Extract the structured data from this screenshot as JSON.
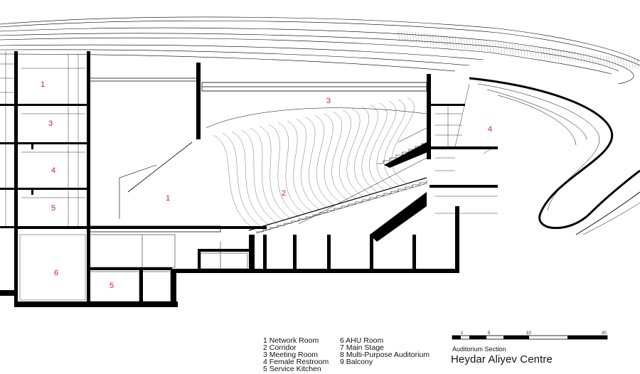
{
  "rooms": [
    {
      "id": "r1a",
      "label": "1"
    },
    {
      "id": "r3a",
      "label": "3"
    },
    {
      "id": "r4a",
      "label": "4"
    },
    {
      "id": "r5a",
      "label": "5"
    },
    {
      "id": "r6",
      "label": "6"
    },
    {
      "id": "r5b",
      "label": "5"
    },
    {
      "id": "r1b",
      "label": "1"
    },
    {
      "id": "r2",
      "label": "2"
    },
    {
      "id": "r3b",
      "label": "3"
    },
    {
      "id": "r4b",
      "label": "4"
    }
  ],
  "legend": {
    "column_1": [
      "1 Network Room",
      "2 Corridor",
      "3 Meeting Room",
      "4 Female Restroom",
      "5 Service Kitchen"
    ],
    "column_2": [
      "6 AHU Room",
      "7 Main Stage",
      "8 Multi-Purpose Auditorium",
      "9 Balcony"
    ]
  },
  "scale_bar": {
    "ticks": [
      "1",
      "5",
      "10",
      "20"
    ]
  },
  "subtitle": "Auditorium Section",
  "title": "Heydar Aliyev Centre",
  "colors": {
    "line": "#000000",
    "label": "#e0191f",
    "background": "#ffffff"
  }
}
